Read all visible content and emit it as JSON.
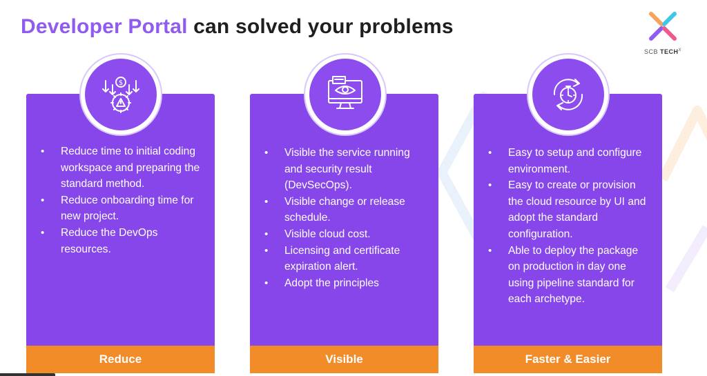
{
  "title": {
    "accent": "Developer Portal",
    "rest": " can solved your problems"
  },
  "logo": {
    "text_light": "SCB ",
    "text_bold": "TECH",
    "superscript": "X"
  },
  "cards": [
    {
      "icon": "dollar-gear-warning-icon",
      "items": [
        "Reduce time to initial coding workspace and preparing the standard method.",
        "Reduce onboarding time for new project.",
        "Reduce the DevOps resources."
      ],
      "footer": "Reduce"
    },
    {
      "icon": "monitor-eye-icon",
      "items": [
        "Visible the service running and security result (DevSecOps).",
        "Visible change or release schedule.",
        "Visible cloud cost.",
        "Licensing and certificate expiration alert.",
        "Adopt the principles"
      ],
      "footer": "Visible"
    },
    {
      "icon": "stopwatch-cycle-icon",
      "items": [
        "Easy to setup and configure environment.",
        "Easy to create or provision the cloud resource by UI and adopt the standard configuration.",
        "Able to deploy the package on production in day one using pipeline standard for each archetype."
      ],
      "footer": "Faster & Easier"
    }
  ],
  "colors": {
    "accent": "#8f5bf0",
    "card": "#8746ea",
    "footer": "#f28c28"
  }
}
